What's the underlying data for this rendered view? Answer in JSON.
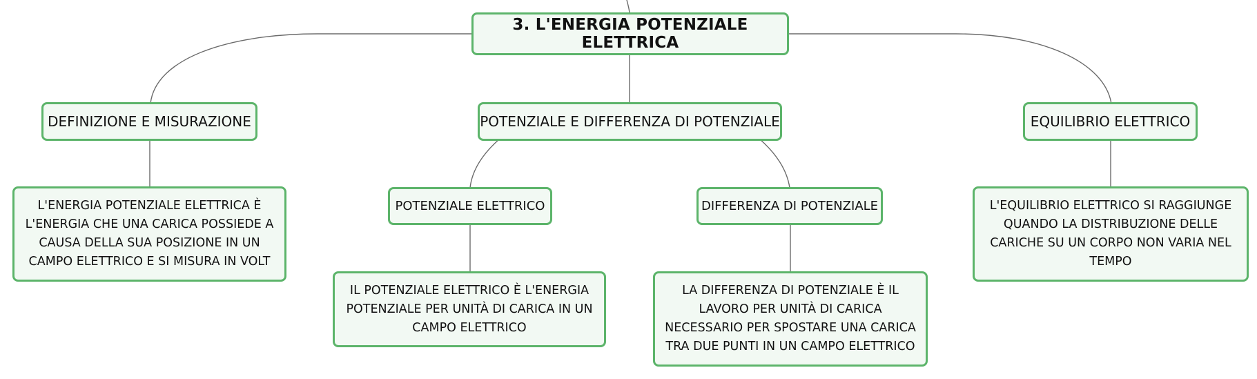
{
  "root": {
    "label": "3. L'ENERGIA POTENZIALE ELETTRICA"
  },
  "branches": [
    {
      "label": "DEFINIZIONE E MISURAZIONE",
      "description": "L'ENERGIA POTENZIALE ELETTRICA È L'ENERGIA CHE UNA CARICA POSSIEDE A CAUSA DELLA SUA POSIZIONE IN UN CAMPO ELETTRICO E SI MISURA IN VOLT"
    },
    {
      "label": "POTENZIALE E DIFFERENZA DI POTENZIALE",
      "children": [
        {
          "label": "POTENZIALE ELETTRICO",
          "description": "IL POTENZIALE ELETTRICO È L'ENERGIA POTENZIALE PER UNITÀ DI CARICA IN UN CAMPO ELETTRICO"
        },
        {
          "label": "DIFFERENZA DI POTENZIALE",
          "description": "LA DIFFERENZA DI POTENZIALE È IL LAVORO PER UNITÀ DI CARICA NECESSARIO PER SPOSTARE UNA CARICA TRA DUE PUNTI IN UN CAMPO ELETTRICO"
        }
      ]
    },
    {
      "label": "EQUILIBRIO ELETTRICO",
      "description": "L'EQUILIBRIO ELETTRICO SI RAGGIUNGE QUANDO LA DISTRIBUZIONE DELLE CARICHE SU UN CORPO NON VARIA NEL TEMPO"
    }
  ],
  "colors": {
    "node_border": "#5cb46a",
    "node_fill": "#f2f9f3",
    "connector": "#6b6b6b",
    "text": "#111111"
  }
}
